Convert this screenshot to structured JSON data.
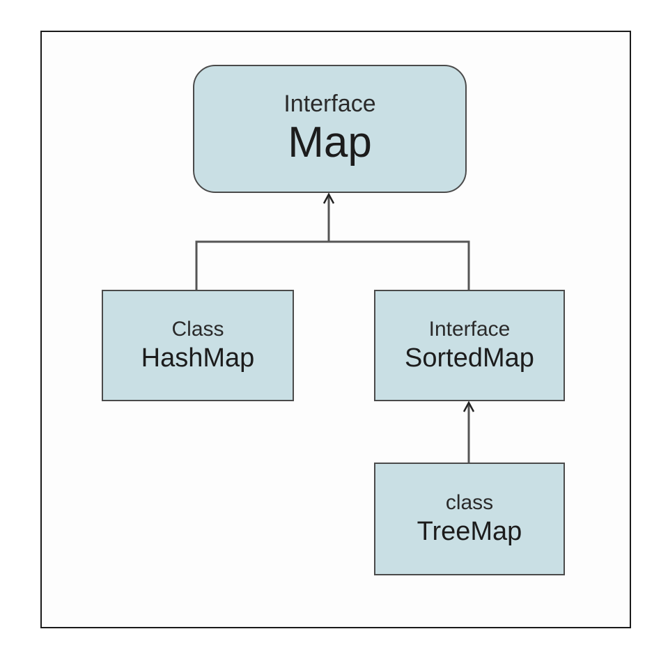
{
  "diagram": {
    "nodes": {
      "map": {
        "kind": "Interface",
        "name": "Map"
      },
      "hashmap": {
        "kind": "Class",
        "name": "HashMap"
      },
      "sortedmap": {
        "kind": "Interface",
        "name": "SortedMap"
      },
      "treemap": {
        "kind": "class",
        "name": "TreeMap"
      }
    },
    "edges": [
      {
        "from": "HashMap",
        "to": "Map",
        "arrow": "open"
      },
      {
        "from": "SortedMap",
        "to": "Map",
        "arrow": "open"
      },
      {
        "from": "TreeMap",
        "to": "SortedMap",
        "arrow": "open"
      }
    ],
    "colors": {
      "node_fill": "#c9dfe4",
      "node_border": "#4a4a4a",
      "line": "#555555",
      "frame_border": "#1a1a1a"
    }
  }
}
